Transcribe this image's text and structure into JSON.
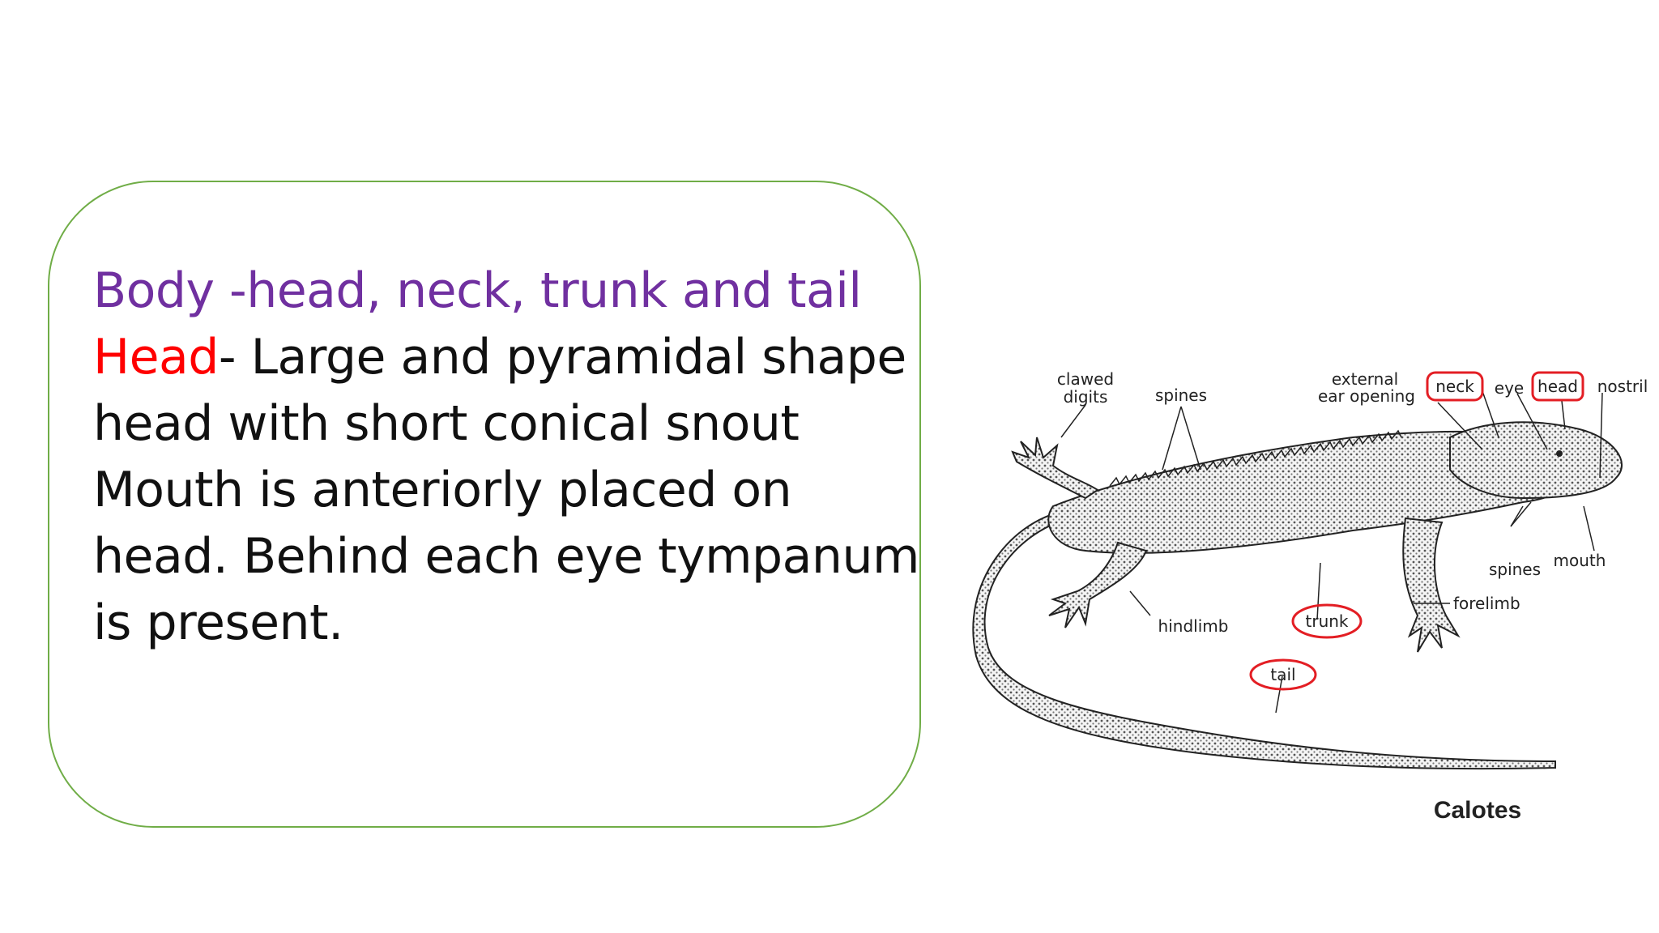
{
  "text": {
    "line1": "Body -head, neck, trunk and tail",
    "line2_highlight": "Head",
    "line2_rest": "- Large and pyramidal shape",
    "line3": "head with short conical snout",
    "line4": "Mouth is anteriorly placed on",
    "line5": "head. Behind each eye tympanum",
    "line6": "is present."
  },
  "colors": {
    "title": "#7030a0",
    "highlight": "#ff0000",
    "box_border": "#70ad47",
    "label_circle": "#e31e24"
  },
  "diagram": {
    "caption": "Calotes",
    "labels": {
      "clawed": "clawed",
      "digits": "digits",
      "spines_top": "spines",
      "external": "external",
      "ear_opening": "ear opening",
      "neck": "neck",
      "eye": "eye",
      "head": "head",
      "nostril": "nostril",
      "mouth": "mouth",
      "spines_bottom": "spines",
      "forelimb": "forelimb",
      "trunk": "trunk",
      "hindlimb": "hindlimb",
      "tail": "tail"
    }
  }
}
